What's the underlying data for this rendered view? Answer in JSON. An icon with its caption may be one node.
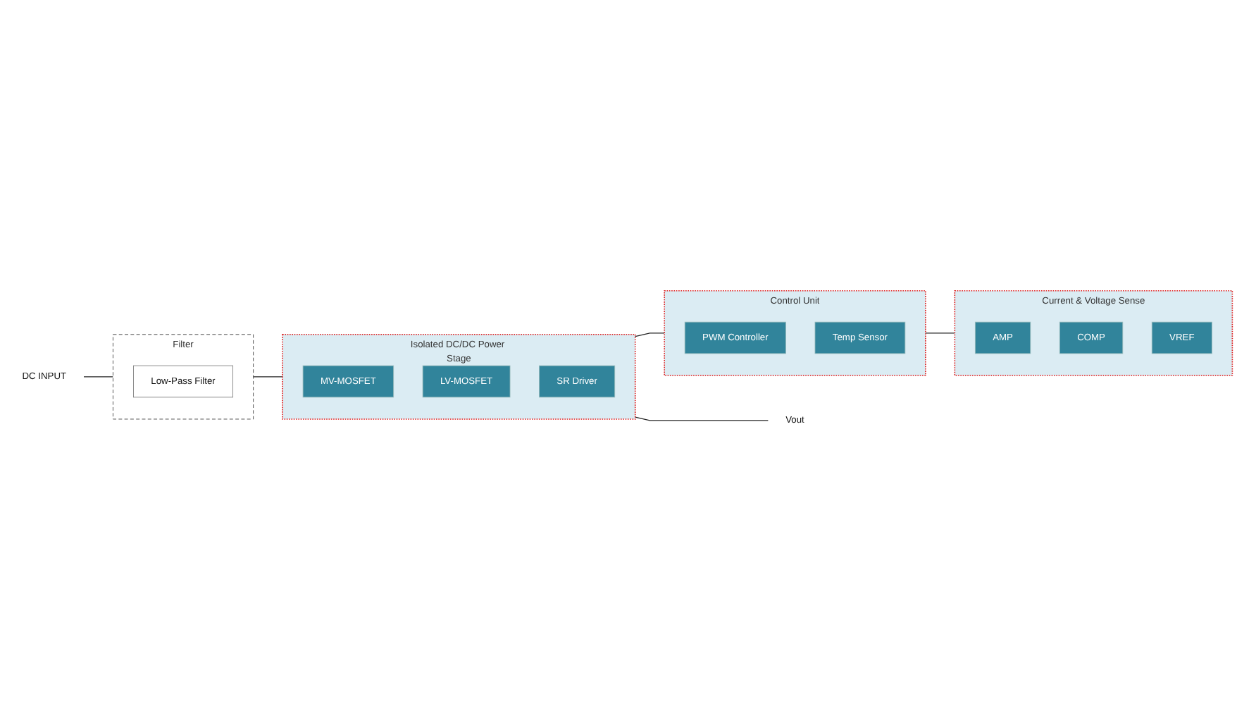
{
  "diagram": {
    "nodes": [
      {
        "text": [
          "DC INPUT"
        ]
      },
      {
        "text": [
          "Filter"
        ]
      },
      {
        "text": [
          "Low-Pass Filter"
        ],
        "in": 1
      },
      {
        "text": [
          "Isolated DC/DC Power Stage"
        ]
      },
      {
        "text": [
          "MV-MOSFET"
        ],
        "in": 3
      },
      {
        "text": [
          "LV-MOSFET"
        ],
        "in": 3
      },
      {
        "text": [
          "SR Driver"
        ],
        "in": 3
      },
      {
        "text": [
          "Vout"
        ]
      },
      {
        "text": [
          "Control Unit"
        ]
      },
      {
        "text": [
          "PWM Controller"
        ],
        "in": 8
      },
      {
        "text": [
          "Temp Sensor"
        ],
        "in": 8
      },
      {
        "text": [
          "Current & Voltage Sense"
        ]
      },
      {
        "text": [
          "AMP"
        ],
        "in": 11
      },
      {
        "text": [
          "COMP"
        ],
        "in": 11
      },
      {
        "text": [
          "VREF"
        ],
        "in": 11
      }
    ],
    "edges": [
      {
        "from": 0,
        "to": 1,
        "arrow": "none"
      },
      {
        "from": 1,
        "to": 3,
        "arrow": "none"
      },
      {
        "from": 3,
        "to": 7,
        "arrow": "none"
      },
      {
        "from": 3,
        "to": 8,
        "arrow": "none"
      },
      {
        "from": 8,
        "to": 11,
        "arrow": "none"
      }
    ]
  }
}
